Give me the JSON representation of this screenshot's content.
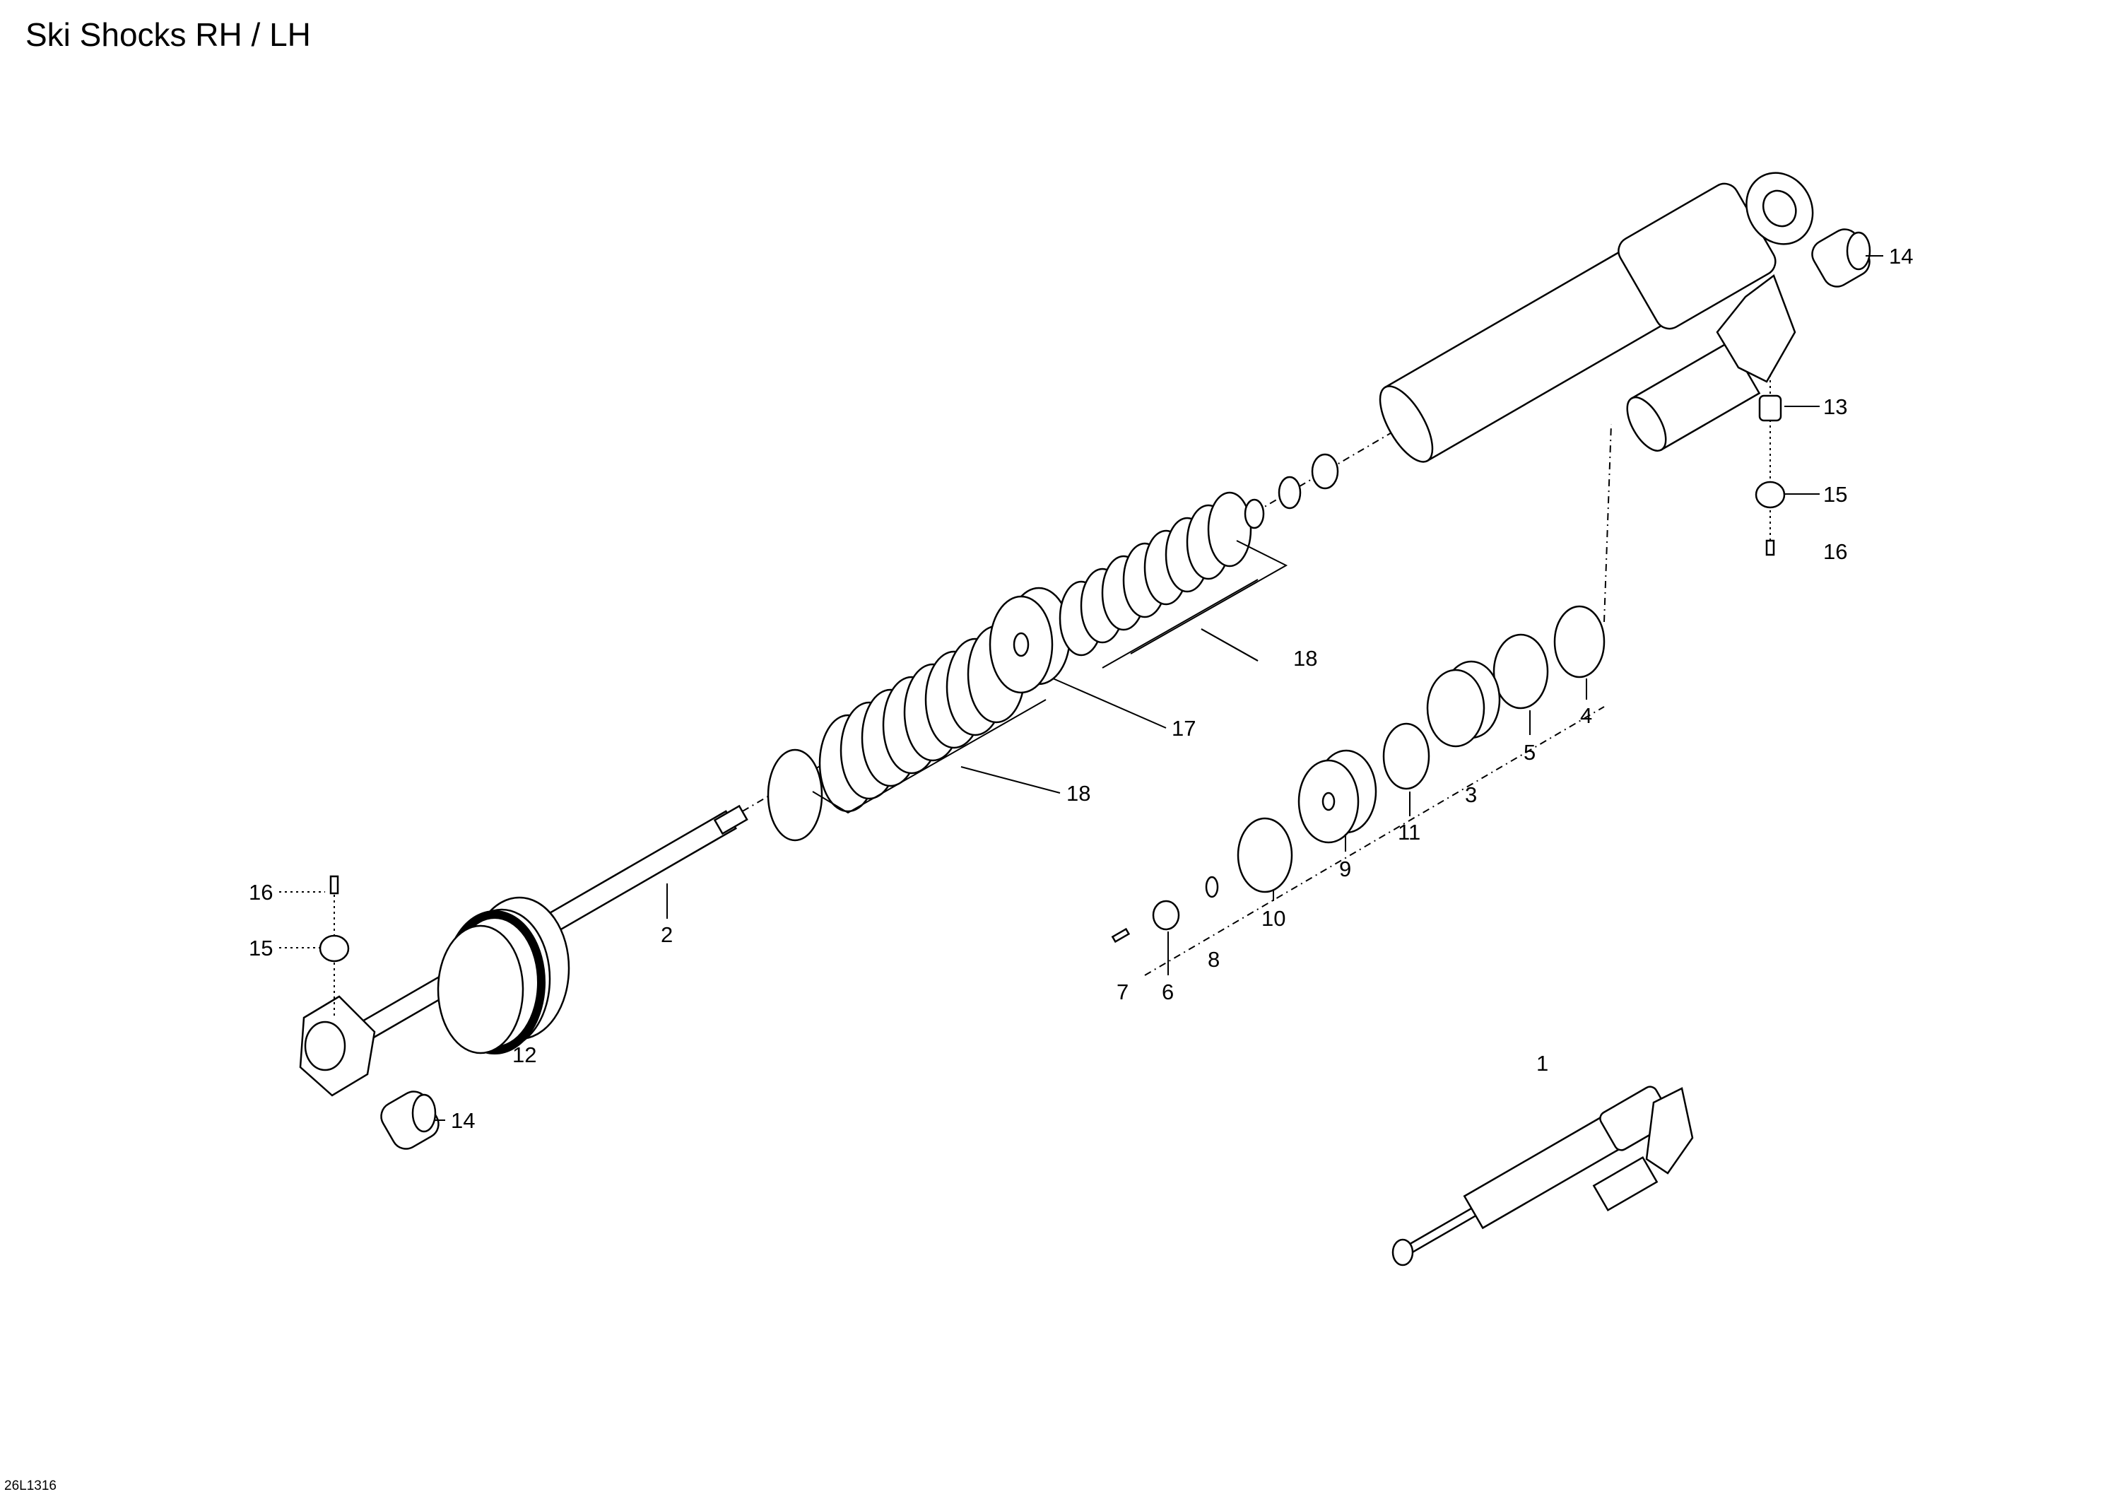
{
  "title": "Ski Shocks RH / LH",
  "drawing_code": "26L1316",
  "callouts": [
    "14",
    "13",
    "15",
    "16",
    "18",
    "17",
    "4",
    "5",
    "3",
    "11",
    "18",
    "9",
    "10",
    "8",
    "7",
    "6",
    "2",
    "16",
    "15",
    "12",
    "14",
    "1"
  ]
}
